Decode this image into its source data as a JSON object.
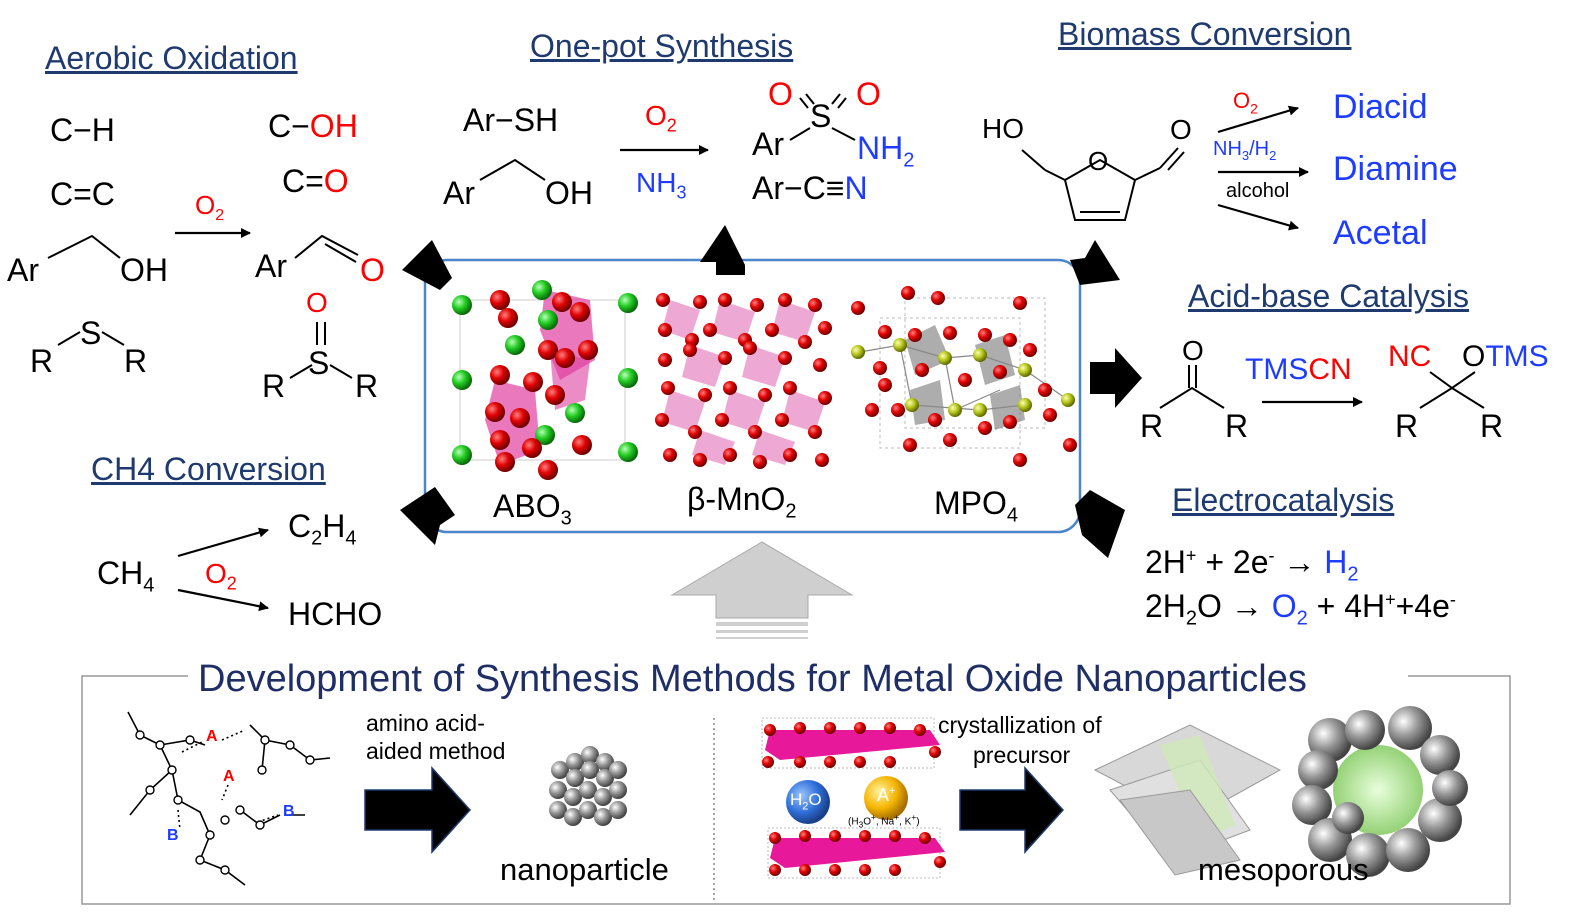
{
  "sections": {
    "aerobic": {
      "title": "Aerobic Oxidation",
      "reactants": [
        "C−H",
        "C=C",
        "Ar",
        "OH",
        "R",
        "S",
        "R"
      ],
      "reagent": "O2",
      "products_c": "C−",
      "products_oh": "OH",
      "product_co_c": "C=",
      "product_co_o": "O",
      "aldehyde_ar": "Ar",
      "aldehyde_o": "O",
      "sulfoxide": [
        "O",
        "=",
        "S",
        "R",
        "R"
      ]
    },
    "onepot": {
      "title": "One-pot Synthesis",
      "reactant1": "Ar−SH",
      "reactant2_ar": "Ar",
      "reactant2_oh": "OH",
      "reagent_top": "O2",
      "reagent_bottom": "NH3",
      "product1_ar": "Ar",
      "product1_s": "S",
      "product1_o1": "O",
      "product1_o2": "O",
      "product1_nh2": "NH2",
      "product2": "Ar−C≡",
      "product2_n": "N"
    },
    "biomass": {
      "title": "Biomass Conversion",
      "ho": "HO",
      "ring_o": "O",
      "ald_o": "O",
      "reagent_o2": "O2",
      "reagent_nh3": "NH3/H2",
      "reagent_alcohol": "alcohol",
      "products": [
        "Diacid",
        "Diamine",
        "Acetal"
      ]
    },
    "acidbase": {
      "title": "Acid-base Catalysis",
      "ketone_o": "O",
      "ketone_r1": "R",
      "ketone_r2": "R",
      "reagent_tms": "TMS",
      "reagent_cn": "CN",
      "product_nc": "NC",
      "product_otms": "OTMS",
      "product_r1": "R",
      "product_r2": "R"
    },
    "ch4": {
      "title": "CH4 Conversion",
      "reactant": "CH4",
      "reagent": "O2",
      "product1": "C2H4",
      "product2": "HCHO"
    },
    "electro": {
      "title": "Electrocatalysis",
      "eq1_left": "2H⁺ + 2e⁻ → ",
      "eq1_right": "H2",
      "eq2_left": "2H2O → ",
      "eq2_o2": "O2",
      "eq2_right": " + 4H⁺+4e⁻"
    },
    "center": {
      "labels": [
        "ABO3",
        "β-MnO2",
        "MPO4"
      ]
    },
    "development": {
      "title": "Development of Synthesis Methods for Metal Oxide Nanoparticles",
      "method_line1": "amino acid-",
      "method_line2": "aided method",
      "atom_a1": "A",
      "atom_a2": "A",
      "atom_b1": "B",
      "atom_b2": "B",
      "nanoparticle": "nanoparticle",
      "cryst_line1": "crystallization of",
      "cryst_line2": "precursor",
      "h2o": "H2O",
      "aplus": "A+",
      "ions": "(H3O+, Na+, K+)",
      "mesoporous": "mesoporous"
    }
  },
  "colors": {
    "heading": "#1f3a6e",
    "red": "#ff0000",
    "blue": "#1e3cff",
    "box_border": "#4a86c8",
    "crystal_green": "#22cc22",
    "crystal_red": "#d40000",
    "crystal_pink": "#e040a0"
  }
}
